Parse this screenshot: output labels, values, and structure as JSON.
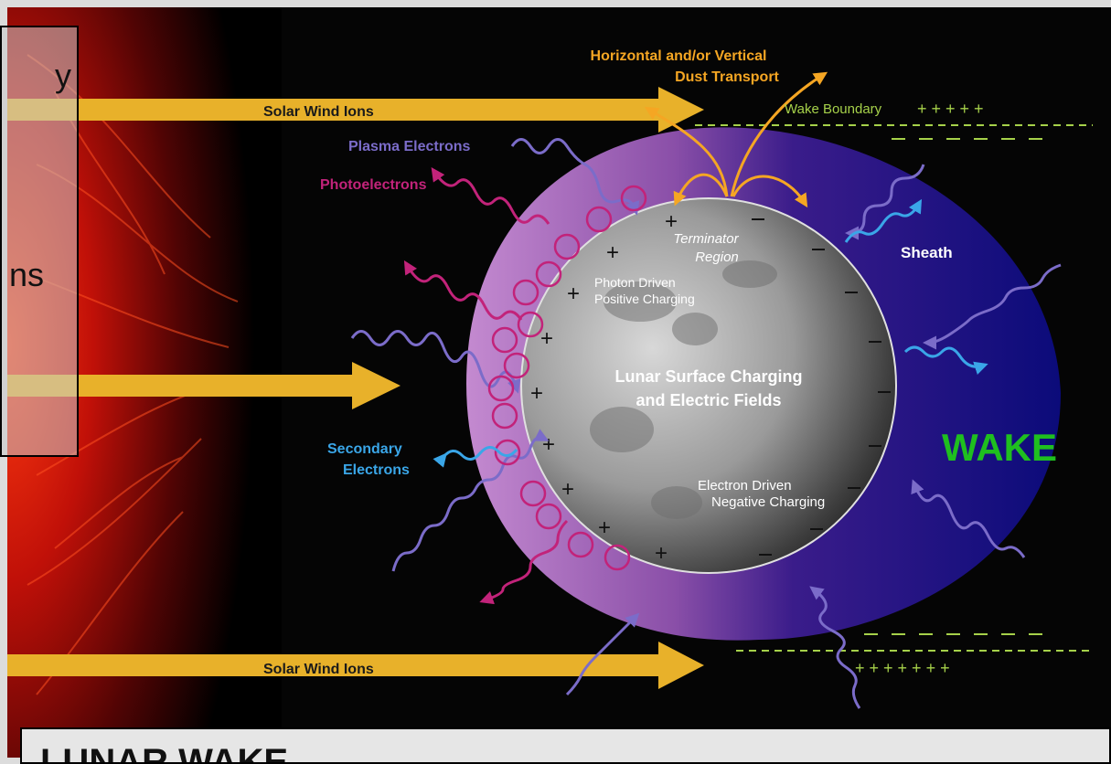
{
  "labels": {
    "dust_transport_1": "Horizontal and/or Vertical",
    "dust_transport_2": "Dust Transport",
    "wake_boundary": "Wake Boundary",
    "solar_wind_top": "Solar Wind Ions",
    "solar_wind_bottom": "Solar Wind Ions",
    "plasma_electrons": "Plasma Electrons",
    "photoelectrons": "Photoelectrons",
    "terminator_1": "Terminator",
    "terminator_2": "Region",
    "photon_driven_1": "Photon Driven",
    "photon_driven_2": "Positive Charging",
    "sheath": "Sheath",
    "center_1": "Lunar Surface Charging",
    "center_2": "and Electric Fields",
    "secondary_1": "Secondary",
    "secondary_2": "Electrons",
    "wake": "WAKE",
    "electron_driven_1": "Electron Driven",
    "electron_driven_2": "Negative Charging"
  },
  "overlay": {
    "line1": "y",
    "line2": "ns"
  },
  "caption": "LUNAR WAKE",
  "colors": {
    "solar_wind": "#e8b12a",
    "dust": "#f5a623",
    "plasma": "#7b6cc9",
    "photo": "#c2237a",
    "secondary": "#3aa6e8",
    "wake_text": "#1fbf1f",
    "boundary": "#a6d14a"
  }
}
